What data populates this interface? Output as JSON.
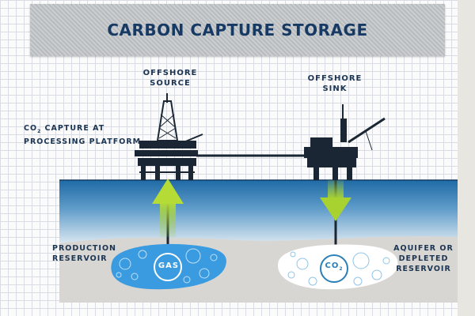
{
  "title": "CARBON CAPTURE STORAGE",
  "labels": {
    "source_line1": "OFFSHORE",
    "source_line2": "SOURCE",
    "sink_line1": "OFFSHORE",
    "sink_line2": "SINK",
    "capture_co": "CO",
    "capture_sub": "2",
    "capture_rest": " CAPTURE AT",
    "capture_line2": "PROCESSING PLATFORM",
    "prod_line1": "PRODUCTION",
    "prod_line2": "RESERVOIR",
    "aquifer_line1": "AQUIFER OR",
    "aquifer_line2": "DEPLETED",
    "aquifer_line3": "RESERVOIR",
    "gas": "GAS",
    "co2_main": "CO",
    "co2_sub": "2"
  },
  "colors": {
    "title": "#163a63",
    "sea_top": "#1f6aa6",
    "sea_bottom": "#cfe0ee",
    "seabed": "#d8d6d2",
    "gas": "#3a9be0",
    "arrow": "#a7d22f",
    "platform": "#1a2633"
  },
  "icons": [
    "source-platform-icon",
    "sink-platform-icon",
    "upward-arrow-icon",
    "downward-arrow-icon"
  ]
}
